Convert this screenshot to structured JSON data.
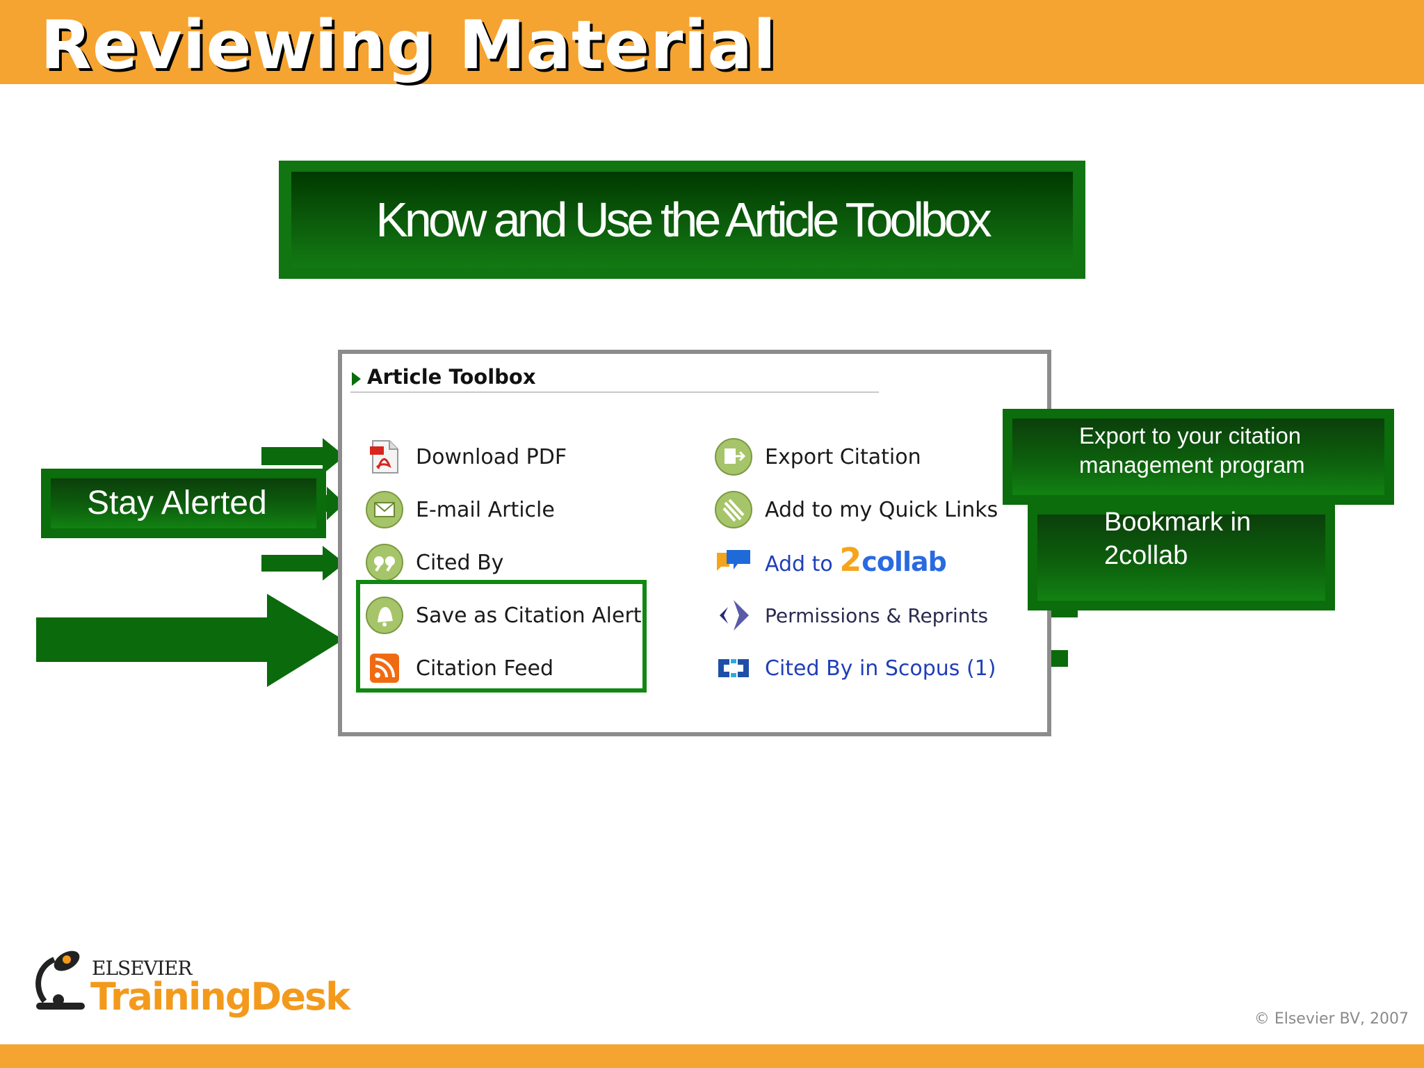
{
  "slide": {
    "title": "Reviewing Material",
    "banner": "Know and Use the Article Toolbox",
    "copyright": "© Elsevier BV, 2007"
  },
  "toolbox": {
    "title": "Article Toolbox",
    "left_items": [
      {
        "label": "Download PDF",
        "icon": "pdf-icon"
      },
      {
        "label": "E-mail Article",
        "icon": "email-icon"
      },
      {
        "label": "Cited By",
        "icon": "quote-icon"
      },
      {
        "label": "Save as Citation Alert",
        "icon": "bell-icon"
      },
      {
        "label": "Citation Feed",
        "icon": "rss-icon"
      }
    ],
    "right_items": [
      {
        "label": "Export Citation",
        "icon": "export-icon"
      },
      {
        "label": "Add to my Quick Links",
        "icon": "quick-links-icon"
      },
      {
        "label_prefix": "Add to",
        "label_brand_digit": "2",
        "label_brand_word": "collab",
        "icon": "collab-icon"
      },
      {
        "label": "Permissions & Reprints",
        "icon": "permissions-icon"
      },
      {
        "label": "Cited By in Scopus (1)",
        "icon": "scopus-icon"
      }
    ]
  },
  "callouts": {
    "stay_alerted": "Stay Alerted",
    "export_line1": "Export to your citation",
    "export_line2": "management program",
    "bookmark_line1": "Bookmark in",
    "bookmark_line2": "2collab"
  },
  "logo": {
    "brand": "ELSEVIER",
    "product": "TrainingDesk"
  },
  "colors": {
    "accent_orange": "#f5a331",
    "green": "#0b6d0b",
    "link_blue": "#1f3fb8"
  }
}
